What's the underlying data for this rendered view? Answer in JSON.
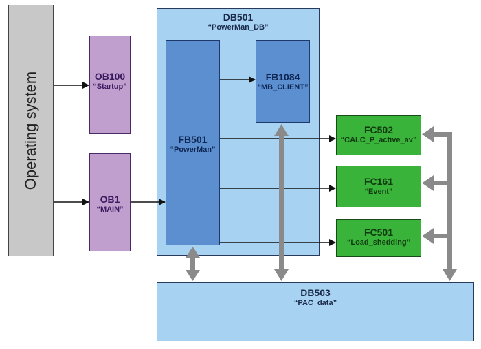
{
  "diagram": {
    "operating_system": {
      "label": "Operating system"
    },
    "ob100": {
      "id": "OB100",
      "name": "“Startup”"
    },
    "ob1": {
      "id": "OB1",
      "name": "“MAIN”"
    },
    "db501": {
      "id": "DB501",
      "name": "“PowerMan_DB”"
    },
    "fb501": {
      "id": "FB501",
      "name": "“PowerMan”"
    },
    "fb1084": {
      "id": "FB1084",
      "name": "“MB_CLIENT”"
    },
    "fc502": {
      "id": "FC502",
      "name": "“CALC_P_active_av”"
    },
    "fc161": {
      "id": "FC161",
      "name": "“Event”"
    },
    "fc501": {
      "id": "FC501",
      "name": "“Load_shedding”"
    },
    "db503": {
      "id": "DB503",
      "name": "“PAC_data”"
    }
  },
  "colors": {
    "os": "#c8c8c8",
    "ob": "#c09fcf",
    "db": "#a8d2f2",
    "fb": "#5b8fd0",
    "fc": "#3ab33a",
    "data_arrow": "#8a8a8a",
    "call_arrow": "#111111"
  }
}
